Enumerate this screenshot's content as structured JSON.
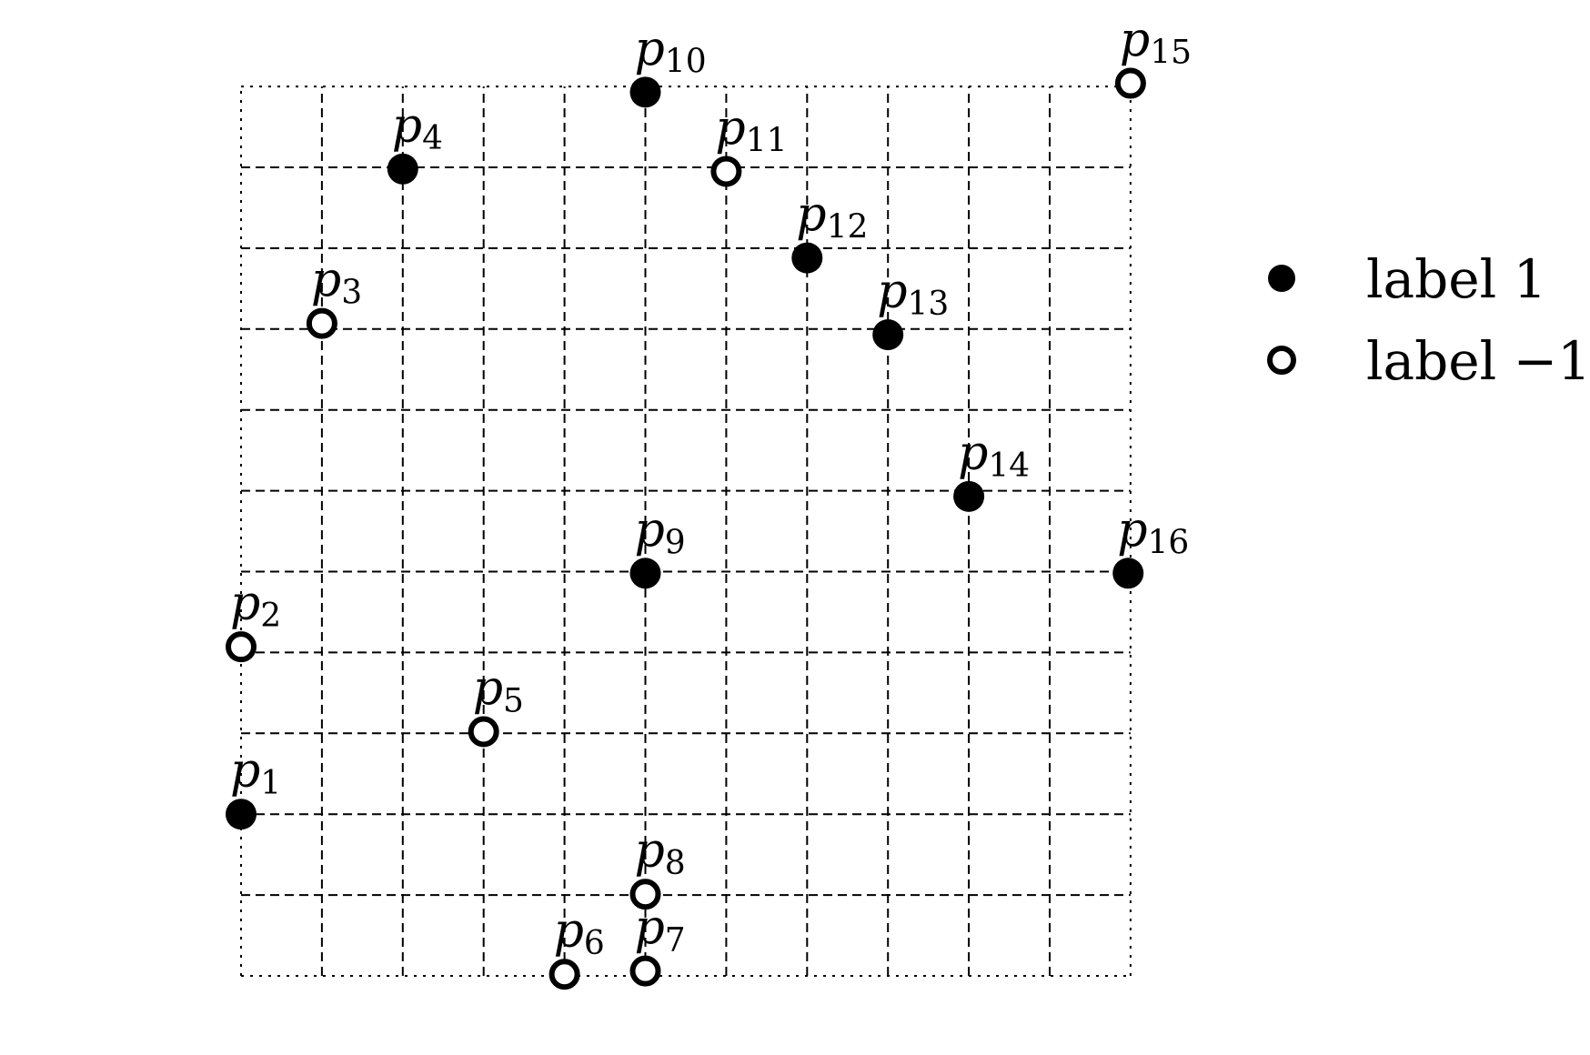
{
  "diagram": {
    "colors": {
      "grid": "#000000",
      "filled_marker": "#000000",
      "open_marker_fill": "#ffffff",
      "open_marker_stroke": "#000000"
    },
    "grid": {
      "x_min": 0,
      "x_max": 11,
      "y_min": 0,
      "y_max": 11,
      "line_style": "dashed"
    },
    "points": [
      {
        "name": "p",
        "sub": "1",
        "x": 0,
        "y": 2,
        "label": 1
      },
      {
        "name": "p",
        "sub": "2",
        "x": 0,
        "y": 4.07,
        "label": -1
      },
      {
        "name": "p",
        "sub": "3",
        "x": 1,
        "y": 8.07,
        "label": -1
      },
      {
        "name": "p",
        "sub": "4",
        "x": 2,
        "y": 9.98,
        "label": 1
      },
      {
        "name": "p",
        "sub": "5",
        "x": 3,
        "y": 3.02,
        "label": -1
      },
      {
        "name": "p",
        "sub": "6",
        "x": 4,
        "y": 0.02,
        "label": -1
      },
      {
        "name": "p",
        "sub": "7",
        "x": 5,
        "y": 0.06,
        "label": -1
      },
      {
        "name": "p",
        "sub": "8",
        "x": 5,
        "y": 1.01,
        "label": -1
      },
      {
        "name": "p",
        "sub": "9",
        "x": 5,
        "y": 4.98,
        "label": 1
      },
      {
        "name": "p",
        "sub": "10",
        "x": 5,
        "y": 10.93,
        "label": 1
      },
      {
        "name": "p",
        "sub": "11",
        "x": 6,
        "y": 9.95,
        "label": -1
      },
      {
        "name": "p",
        "sub": "12",
        "x": 7,
        "y": 8.88,
        "label": 1
      },
      {
        "name": "p",
        "sub": "13",
        "x": 8,
        "y": 7.93,
        "label": 1
      },
      {
        "name": "p",
        "sub": "14",
        "x": 9,
        "y": 5.93,
        "label": 1
      },
      {
        "name": "p",
        "sub": "15",
        "x": 11,
        "y": 11.04,
        "label": -1
      },
      {
        "name": "p",
        "sub": "16",
        "x": 10.97,
        "y": 4.98,
        "label": 1
      }
    ],
    "legend": {
      "position": "right",
      "items": [
        {
          "label_value": 1,
          "marker": "filled",
          "text": "label 1"
        },
        {
          "label_value": -1,
          "marker": "open",
          "text": "label −1"
        }
      ]
    }
  }
}
